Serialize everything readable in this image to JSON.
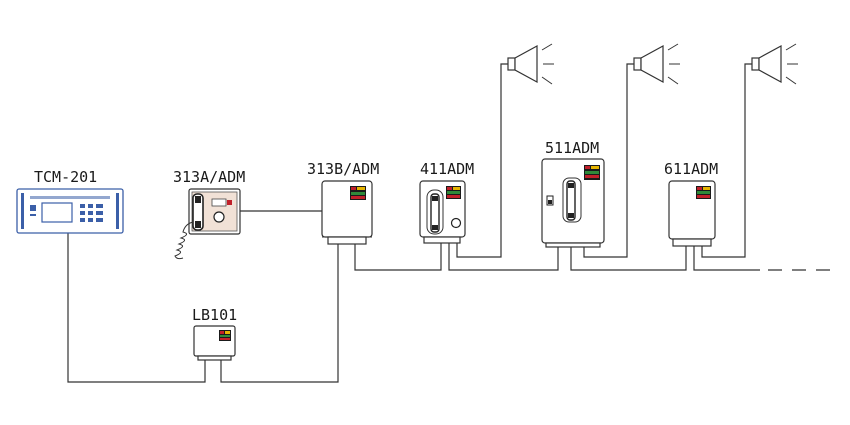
{
  "labels": {
    "tcm": "TCM-201",
    "a313": "313A/ADM",
    "b313": "313B/ADM",
    "d411": "411ADM",
    "d511": "511ADM",
    "d611": "611ADM",
    "lb101": "LB101"
  },
  "colors": {
    "line": "#333333",
    "panel_blue": "#3b5fa8",
    "tag_red": "#c0202a",
    "tag_yellow": "#e6b400",
    "tag_green": "#2f8a3a",
    "tag_black": "#1a1a1a"
  },
  "icons": [
    "horn-speaker-icon",
    "telephone-handset-icon",
    "coiled-cord-icon",
    "control-panel-icon"
  ]
}
